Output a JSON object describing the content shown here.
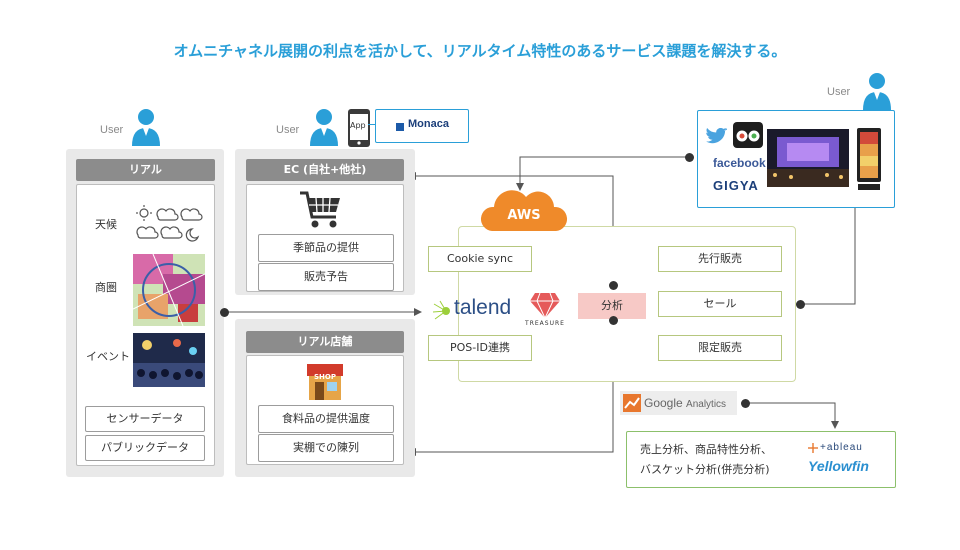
{
  "title": "オムニチャネル展開の利点を活かして、リアルタイム特性のあるサービス課題を解決する。",
  "users": {
    "left_label": "User",
    "middle_label": "User",
    "right_label": "User"
  },
  "monaca": {
    "app_label": "App",
    "brand": "Monaca"
  },
  "real_panel": {
    "header": "リアル",
    "rows": [
      "天候",
      "商圏",
      "イベント"
    ],
    "pills": [
      "センサーデータ",
      "パブリックデータ"
    ]
  },
  "ec_panel": {
    "header": "EC (自社+他社)",
    "pills": [
      "季節品の提供",
      "販売予告"
    ]
  },
  "store_panel": {
    "header": "リアル店舗",
    "shop_sign": "SHOP",
    "pills": [
      "食料品の提供温度",
      "実棚での陳列"
    ]
  },
  "aws": {
    "label": "AWS",
    "left_items": [
      "Cookie sync",
      "POS-ID連携"
    ],
    "right_items": [
      "先行販売",
      "セール",
      "限定販売"
    ],
    "analysis": "分析",
    "talend": "talend",
    "treasure": "TREASURE"
  },
  "channels": {
    "facebook": "facebook",
    "gigya": "GIGYA"
  },
  "google_analytics": {
    "google": "Google",
    "analytics": "Analytics"
  },
  "analysis_result": {
    "line1": "売上分析、商品特性分析、",
    "line2": "バスケット分析(併売分析)",
    "tableau": "+ableau",
    "yellowfin": "Yellowfin"
  },
  "colors": {
    "title": "#2a9fd8",
    "user_icon": "#2a9fd8",
    "panel_header": "#8c8c8c",
    "aws_orange": "#ef8a2a",
    "analysis_pink": "#f7c9c6",
    "green_border": "#8cc06b"
  }
}
